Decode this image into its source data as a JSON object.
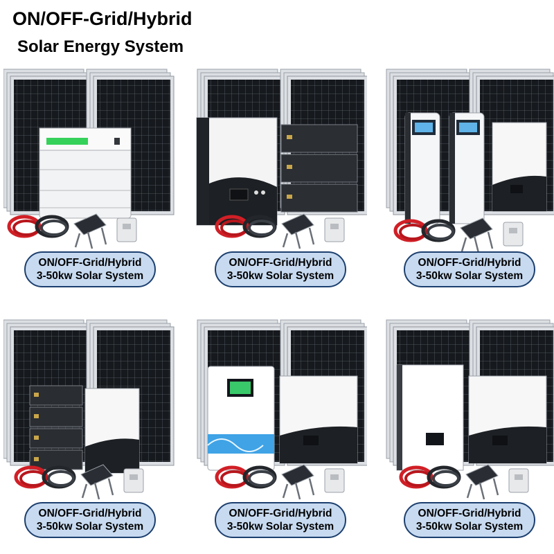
{
  "header": {
    "title": "ON/OFF-Grid/Hybrid",
    "subtitle": "Solar Energy System"
  },
  "products": [
    {
      "line1": "ON/OFF-Grid/Hybrid",
      "line2": "3-50kw Solar System"
    },
    {
      "line1": "ON/OFF-Grid/Hybrid",
      "line2": "3-50kw Solar System"
    },
    {
      "line1": "ON/OFF-Grid/Hybrid",
      "line2": "3-50kw Solar System"
    },
    {
      "line1": "ON/OFF-Grid/Hybrid",
      "line2": "3-50kw Solar System"
    },
    {
      "line1": "ON/OFF-Grid/Hybrid",
      "line2": "3-50kw Solar System"
    },
    {
      "line1": "ON/OFF-Grid/Hybrid",
      "line2": "3-50kw Solar System"
    }
  ],
  "colors": {
    "label_bg": "#c7daf0",
    "label_border": "#1c3f6e",
    "panel_dark": "#15181c",
    "cable_red": "#d11f26"
  }
}
